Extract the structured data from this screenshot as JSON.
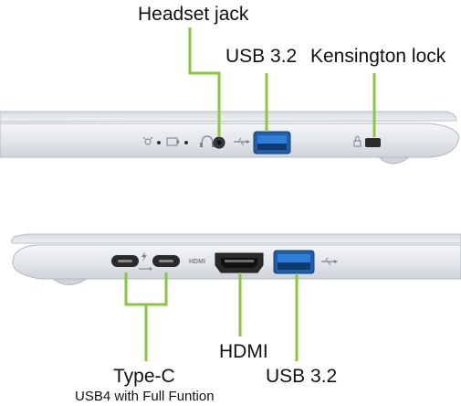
{
  "colors": {
    "callout_line": "#8cc63f",
    "laptop_body": "#e4e7eb",
    "laptop_edge": "#c9ced4",
    "port_usb_blue": "#2f7fd6",
    "port_dark": "#2a2a2a"
  },
  "top_view": {
    "labels": {
      "headset_jack": "Headset jack",
      "usb_a": "USB 3.2",
      "kensington_lock": "Kensington lock"
    },
    "icons": [
      "indicator-light-icon",
      "battery-light-icon",
      "headset-icon",
      "usb-symbol-icon",
      "lock-icon"
    ]
  },
  "bottom_view": {
    "labels": {
      "type_c": "Type-C",
      "type_c_subtitle": "USB4 with Full Funtion",
      "hdmi": "HDMI",
      "usb_a": "USB 3.2"
    },
    "port_marking_hdmi": "HDMI",
    "icons": [
      "usb-symbol-icon",
      "thunderbolt-icon"
    ]
  }
}
